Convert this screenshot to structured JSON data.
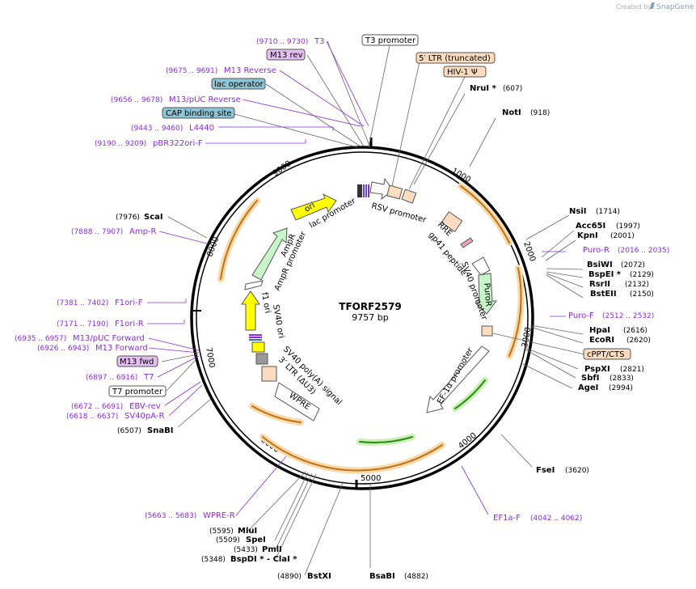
{
  "credit": {
    "prefix": "Created by",
    "brand": "SnapGene"
  },
  "plasmid": {
    "name": "TFORF2579",
    "length_label": "9757 bp",
    "length": 9757
  },
  "ticks": [
    "1000",
    "2000",
    "3000",
    "4000",
    "5000",
    "6000",
    "7000",
    "8000",
    "9000"
  ],
  "enzymes_right": [
    {
      "name": "NruI *",
      "pos": "(607)"
    },
    {
      "name": "NotI",
      "pos": "(918)"
    },
    {
      "name": "NsiI",
      "pos": "(1714)"
    },
    {
      "name": "Acc65I",
      "pos": "(1997)"
    },
    {
      "name": "KpnI",
      "pos": "(2001)"
    },
    {
      "name": "BsiWI",
      "pos": "(2072)"
    },
    {
      "name": "BspEI *",
      "pos": "(2129)"
    },
    {
      "name": "RsrII",
      "pos": "(2132)"
    },
    {
      "name": "BstEII",
      "pos": "(2150)"
    },
    {
      "name": "HpaI",
      "pos": "(2616)"
    },
    {
      "name": "EcoRI",
      "pos": "(2620)"
    },
    {
      "name": "PspXI",
      "pos": "(2821)"
    },
    {
      "name": "SbfI",
      "pos": "(2833)"
    },
    {
      "name": "AgeI",
      "pos": "(2994)"
    },
    {
      "name": "FseI",
      "pos": "(3620)"
    }
  ],
  "enzymes_left": [
    {
      "name": "ScaI",
      "pos": "(7976)"
    },
    {
      "name": "SnaBI",
      "pos": "(6507)"
    },
    {
      "name": "MluI",
      "pos": "(5595)"
    },
    {
      "name": "SpeI",
      "pos": "(5509)"
    },
    {
      "name": "PmlI",
      "pos": "(5433)"
    },
    {
      "name": "BspDI * - ClaI *",
      "pos": "(5348)"
    },
    {
      "name": "BstXI",
      "pos": "(4890)"
    },
    {
      "name": "BsaBI",
      "pos": "(4882)"
    }
  ],
  "primers_right": [
    {
      "name": "Puro-R",
      "pos": "(2016 .. 2035)"
    },
    {
      "name": "Puro-F",
      "pos": "(2512 .. 2532)"
    },
    {
      "name": "EF1a-F",
      "pos": "(4042 .. 4062)"
    }
  ],
  "primers_left": [
    {
      "name": "T3",
      "pos": "(9710 .. 9730)"
    },
    {
      "name": "M13 Reverse",
      "pos": "(9675 .. 9691)"
    },
    {
      "name": "M13/pUC Reverse",
      "pos": "(9656 .. 9678)"
    },
    {
      "name": "L4440",
      "pos": "(9443 .. 9460)"
    },
    {
      "name": "pBR322ori-F",
      "pos": "(9190 .. 9209)"
    },
    {
      "name": "Amp-R",
      "pos": "(7888 .. 7907)"
    },
    {
      "name": "F1ori-F",
      "pos": "(7381 .. 7402)"
    },
    {
      "name": "F1ori-R",
      "pos": "(7171 .. 7190)"
    },
    {
      "name": "M13/pUC Forward",
      "pos": "(6935 .. 6957)"
    },
    {
      "name": "M13 Forward",
      "pos": "(6926 .. 6943)"
    },
    {
      "name": "T7",
      "pos": "(6897 .. 6916)"
    },
    {
      "name": "EBV-rev",
      "pos": "(6672 .. 6691)"
    },
    {
      "name": "SV40pA-R",
      "pos": "(6618 .. 6637)"
    },
    {
      "name": "WPRE-R",
      "pos": "(5663 .. 5683)"
    }
  ],
  "boxes": {
    "t3_promoter": "T3 promoter",
    "m13_rev": "M13 rev",
    "lac_operator": "lac operator",
    "cap_binding_site": "CAP binding site",
    "ltr_truncated": "5′ LTR (truncated)",
    "hiv1": "HIV-1 Ψ",
    "cppt": "cPPT/CTS",
    "m13_fwd": "M13 fwd",
    "t7_promoter": "T7 promoter"
  },
  "features": {
    "lac_promoter": "lac promoter",
    "rsv_promoter": "RSV promoter",
    "rre": "RRE",
    "gp41": "gp41 peptide",
    "sv40_promoter_right": "SV40 promoter",
    "puror": "PuroR",
    "ef1a": "EF-1α promoter",
    "wpre": "WPRE",
    "ltr3": "3′ LTR (ΔU3)",
    "sv40_polya": "SV40 poly(A) signal",
    "sv40_ori": "SV40 ori",
    "f1_ori": "f1 ori",
    "ampr_promoter": "AmpR promoter",
    "ampr": "AmpR",
    "ori": "ori"
  },
  "colors": {
    "primer": "#8a2be2",
    "orf_arrow": "#f0a030",
    "promoter_fill": "#ffffff",
    "ltr_fill": "#fbdcc0",
    "ori_fill": "#ffff00",
    "ampr_fill": "#c8f5c8",
    "puro_fill": "#c8f5c8",
    "box_blue": "#8ec5d6",
    "box_purple": "#e3bff0"
  }
}
